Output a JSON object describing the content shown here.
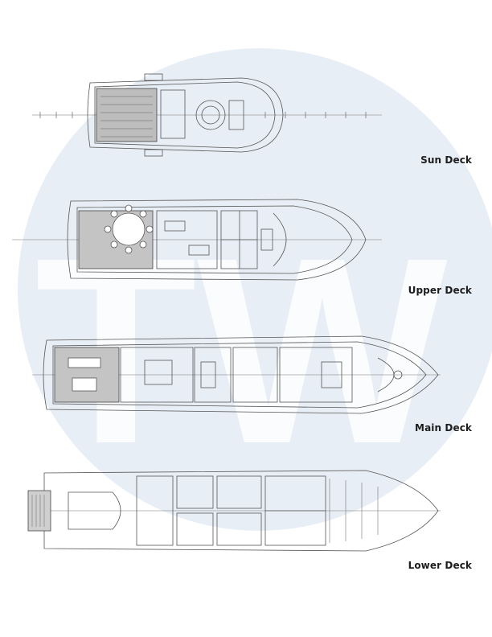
{
  "watermark": {
    "text": "TW",
    "circle_color": "#e8eef5"
  },
  "line_color": "#555555",
  "decks": [
    {
      "id": "sun",
      "label": "Sun Deck"
    },
    {
      "id": "upper",
      "label": "Upper Deck"
    },
    {
      "id": "main",
      "label": "Main Deck"
    },
    {
      "id": "lower",
      "label": "Lower Deck"
    }
  ]
}
